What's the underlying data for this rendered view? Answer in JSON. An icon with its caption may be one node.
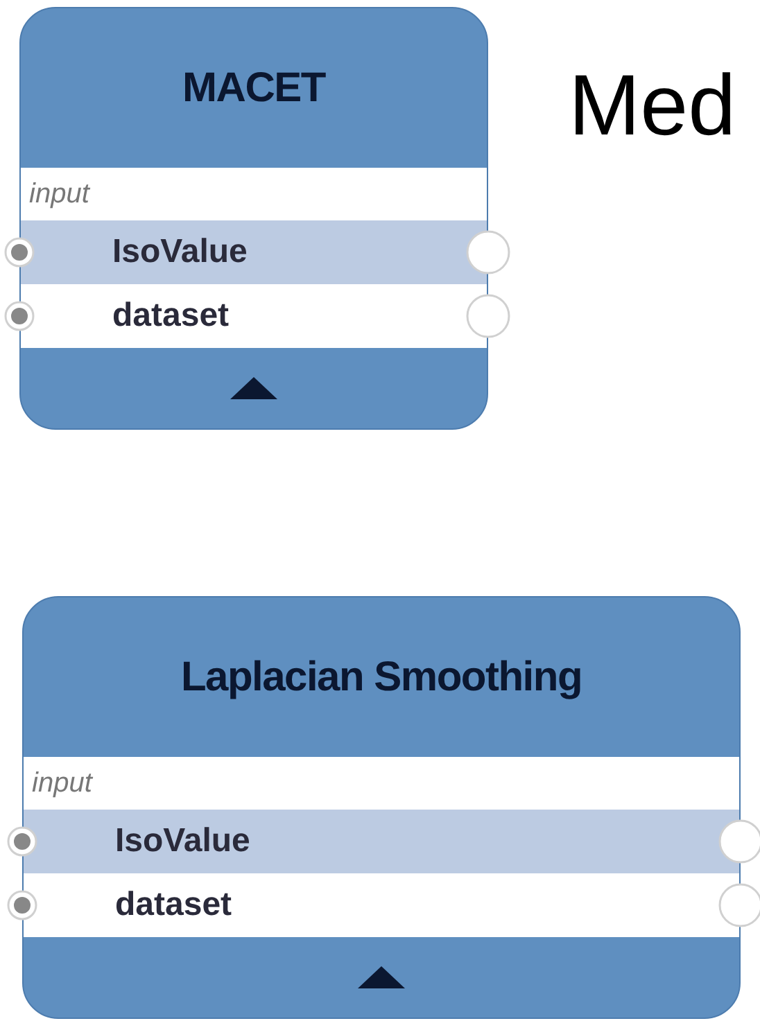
{
  "diagram": {
    "nodes": [
      {
        "text": [
          "MACET",
          "input"
        ]
      },
      {
        "text": [
          "IsoValue"
        ],
        "in": 0
      },
      {
        "text": [
          "dataset"
        ],
        "in": 0
      },
      {
        "text": [
          "Laplacian Smoothing",
          "input"
        ]
      },
      {
        "text": [
          "IsoValue"
        ],
        "in": 3
      },
      {
        "text": [
          "dataset"
        ],
        "in": 3
      }
    ],
    "labels": [
      "Med"
    ]
  }
}
